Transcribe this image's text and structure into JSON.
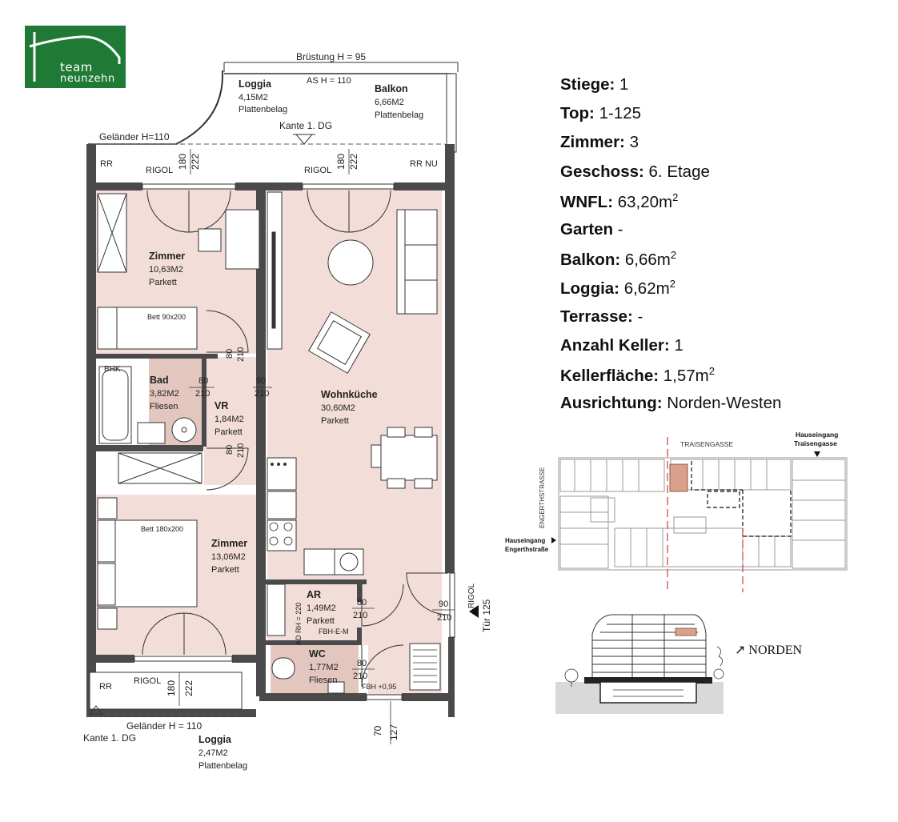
{
  "logo": {
    "line1": "team",
    "line2": "neunzehn"
  },
  "plan": {
    "bruestung": "Brüstung H = 95",
    "as_h": "AS H = 110",
    "gelaender_top": "Geländer H=110",
    "kante_top": "Kante 1. DG",
    "loggia_top": {
      "name": "Loggia",
      "area": "4,15M2",
      "floor": "Plattenbelag"
    },
    "balkon": {
      "name": "Balkon",
      "area": "6,66M2",
      "floor": "Plattenbelag"
    },
    "rr": "RR",
    "rr_nu": "RR NU",
    "rigol": "RIGOL",
    "d180": "180",
    "d222": "222",
    "zimmer1": {
      "name": "Zimmer",
      "area": "10,63M2",
      "floor": "Parkett"
    },
    "bett1": "Bett 90x200",
    "bhk": "BHK",
    "bad": {
      "name": "Bad",
      "area": "3,82M2",
      "floor": "Fliesen"
    },
    "vr": {
      "name": "VR",
      "area": "1,84M2",
      "floor": "Parkett"
    },
    "wohnkueche": {
      "name": "Wohnküche",
      "area": "30,60M2",
      "floor": "Parkett"
    },
    "zimmer2": {
      "name": "Zimmer",
      "area": "13,06M2",
      "floor": "Parkett"
    },
    "bett2": "Bett 180x200",
    "ar": {
      "name": "AR",
      "area": "1,49M2",
      "floor": "Parkett"
    },
    "wc": {
      "name": "WC",
      "area": "1,77M2",
      "floor": "Fliesen"
    },
    "d80": "80",
    "d90": "90",
    "d210": "210",
    "d70": "70",
    "d127": "127",
    "ad_rh": "AD RH = 220",
    "fbh_e_m": "FBH-E-M",
    "fbh": "FBH +0,95",
    "tuer": "Tür 125",
    "gelaender_bottom": "Geländer H = 110",
    "kante_bottom": "Kante 1. DG",
    "loggia_bottom": {
      "name": "Loggia",
      "area": "2,47M2",
      "floor": "Plattenbelag"
    }
  },
  "facts": [
    {
      "key": "Stiege:",
      "value": " 1",
      "sup": ""
    },
    {
      "key": "Top:",
      "value": " 1-125",
      "sup": ""
    },
    {
      "key": "Zimmer:",
      "value": " 3",
      "sup": ""
    },
    {
      "key": "Geschoss:",
      "value": " 6. Etage",
      "sup": ""
    },
    {
      "key": "WNFL:",
      "value": " 63,20m",
      "sup": "2"
    },
    {
      "key": "Garten",
      "value": " -",
      "sup": ""
    },
    {
      "key": "Balkon:",
      "value": " 6,66m",
      "sup": "2"
    },
    {
      "key": "Loggia:",
      "value": " 6,62m",
      "sup": "2"
    },
    {
      "key": "Terrasse:",
      "value": " -",
      "sup": ""
    },
    {
      "key": "Anzahl Keller:",
      "value": " 1",
      "sup": ""
    },
    {
      "key": "Kellerfläche:",
      "value": " 1,57m",
      "sup": "2"
    },
    {
      "key": "Ausrichtung:",
      "value": " Norden-Westen",
      "sup": ""
    }
  ],
  "site": {
    "traisengasse": "TRAISENGASSE",
    "hauseingang": "Hauseingang",
    "traisengasse2": "Traisengasse",
    "engerthstrasse": "ENGERTHSTRASSE",
    "engerthstrasse2": "Engerthstraße"
  },
  "north": "↗ NORDEN",
  "colors": {
    "logo": "#1f7a35",
    "rooms": "#f2ddd8",
    "wet_rooms": "#e3c7bf",
    "walls": "#4a4a4a",
    "highlight": "#d9a08c",
    "axis": "#d23a3a"
  }
}
